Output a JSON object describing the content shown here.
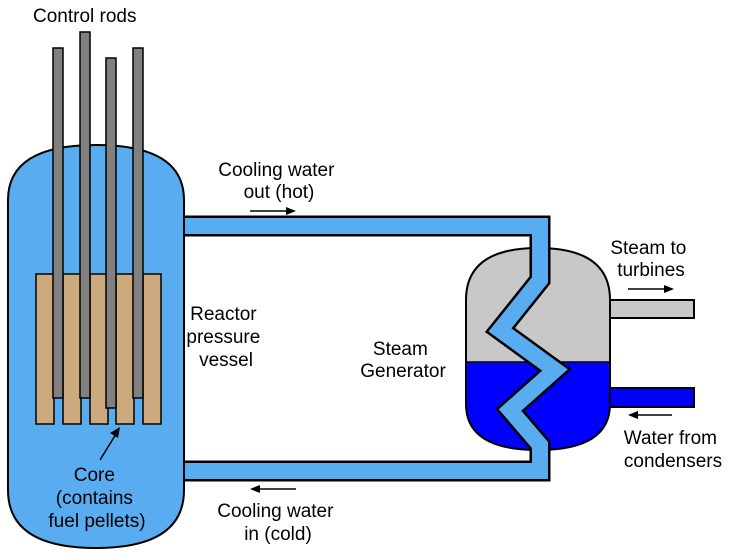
{
  "labels": {
    "control_rods": "Control rods",
    "cooling_out": [
      "Cooling water",
      "out (hot)"
    ],
    "cooling_in": [
      "Cooling water",
      "in (cold)"
    ],
    "reactor_vessel": [
      "Reactor",
      "pressure",
      "vessel"
    ],
    "core": [
      "Core",
      "(contains",
      "fuel pellets)"
    ],
    "steam_generator": [
      "Steam",
      "Generator"
    ],
    "steam_to_turbines": [
      "Steam to",
      "turbines"
    ],
    "water_from_condensers": [
      "Water from",
      "condensers"
    ]
  },
  "colors": {
    "reactor_water": "#5aacf0",
    "outline": "#000000",
    "control_rod": "#808080",
    "fuel": "#cdaa7d",
    "steam": "#c8c8c8",
    "feed_water": "#0000ff"
  }
}
